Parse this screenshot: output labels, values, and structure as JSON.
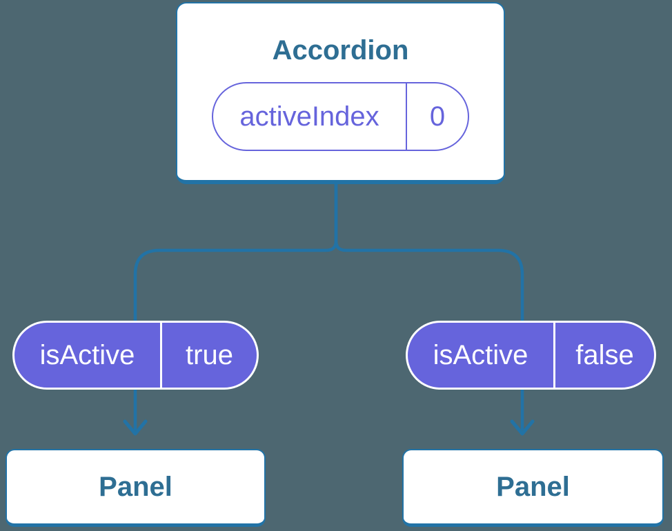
{
  "colors": {
    "background": "#4d6771",
    "connector_blue": "#2273a6",
    "component_text_blue": "#2e6e93",
    "state_purple": "#6664dc",
    "pill_text_white": "#ffffff",
    "card_fill": "#ffffff"
  },
  "accordion_card": {
    "title": "Accordion",
    "state_pill": {
      "name": "activeIndex",
      "value": "0"
    }
  },
  "prop_pills": [
    {
      "name": "isActive",
      "value": "true"
    },
    {
      "name": "isActive",
      "value": "false"
    }
  ],
  "panels": [
    {
      "label": "Panel"
    },
    {
      "label": "Panel"
    }
  ],
  "icons": {
    "left_arrow": "arrow-down-icon",
    "right_arrow": "arrow-down-icon"
  }
}
